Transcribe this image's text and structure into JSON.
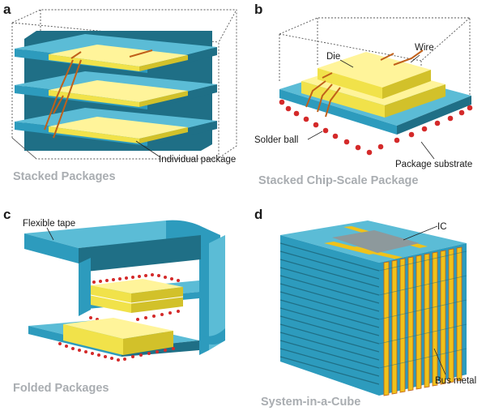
{
  "panels": {
    "a": {
      "letter": "a",
      "caption": "Stacked Packages",
      "labels": {
        "individual_package": "Individual package"
      }
    },
    "b": {
      "letter": "b",
      "caption": "Stacked Chip-Scale Package",
      "labels": {
        "die": "Die",
        "wire": "Wire",
        "solder_ball": "Solder ball",
        "package_substrate": "Package substrate"
      }
    },
    "c": {
      "letter": "c",
      "caption": "Folded Packages",
      "labels": {
        "flexible_tape": "Flexible tape"
      }
    },
    "d": {
      "letter": "d",
      "caption": "System-in-a-Cube",
      "labels": {
        "ic": "IC",
        "bus_metal": "Bus metal"
      }
    }
  },
  "colors": {
    "substrate_top": "#5bbcd6",
    "substrate_front": "#2d9bbd",
    "substrate_side": "#1f6f86",
    "die_top": "#fff49a",
    "die_front": "#f1e24a",
    "die_side": "#d2c12a",
    "wire": "#c0601a",
    "solder": "#d42a2a",
    "ic_gray": "#8d999c",
    "bus_metal": "#f0c21a",
    "caption_gray": "#a9adb1"
  }
}
